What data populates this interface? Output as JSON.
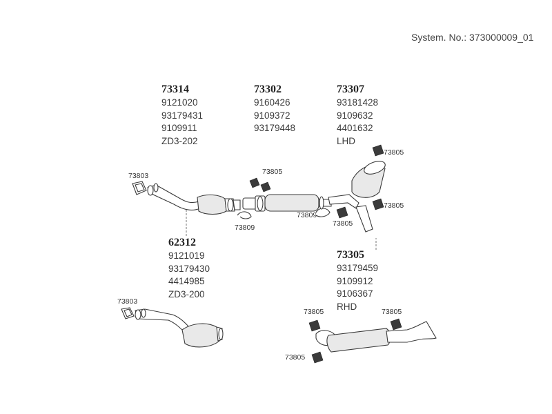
{
  "header": {
    "system_no": "System. No.: 373000009_01"
  },
  "groups": [
    {
      "id": "g73314",
      "part": "73314",
      "lines": [
        "9121020",
        "93179431",
        "9109911",
        "ZD3-202"
      ]
    },
    {
      "id": "g73302",
      "part": "73302",
      "lines": [
        "9160426",
        "9109372",
        "93179448"
      ]
    },
    {
      "id": "g73307",
      "part": "73307",
      "lines": [
        "93181428",
        "9109632",
        "4401632",
        "LHD"
      ]
    },
    {
      "id": "g62312",
      "part": "62312",
      "lines": [
        "9121019",
        "93179430",
        "4414985",
        "ZD3-200"
      ]
    },
    {
      "id": "g73305",
      "part": "73305",
      "lines": [
        "93179459",
        "9109912",
        "9106367",
        "RHD"
      ]
    }
  ],
  "callouts": {
    "c1": "73805",
    "c2": "73803",
    "c3": "73805",
    "c4": "73805",
    "c5": "73809",
    "c6": "73809",
    "c7": "73805",
    "c8": "73803",
    "c9": "73805",
    "c10": "73805",
    "c11": "73805"
  }
}
